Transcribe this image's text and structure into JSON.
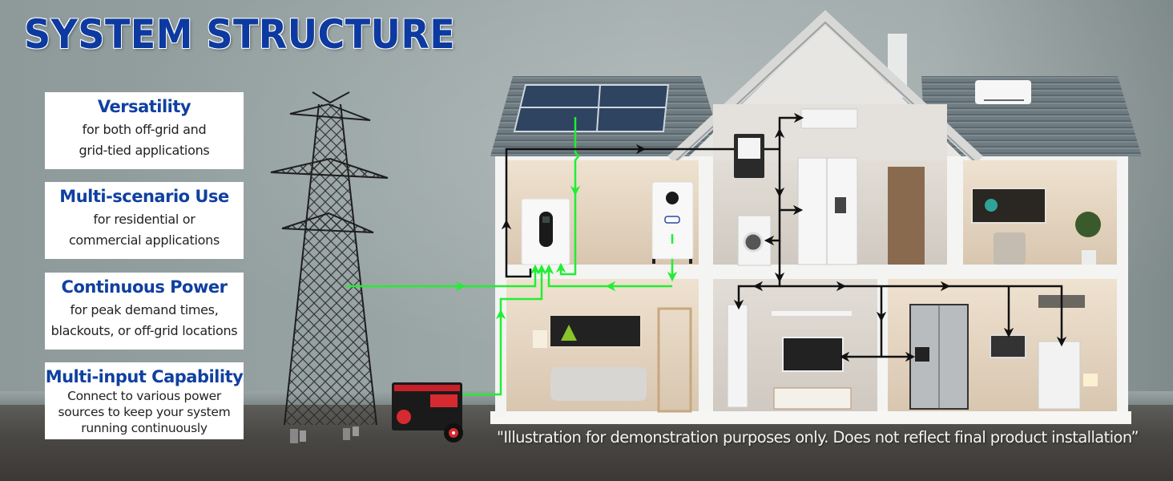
{
  "header": {
    "title": "SYSTEM STRUCTURE"
  },
  "features": [
    {
      "title": "Versatility",
      "lines": [
        "for both off-grid and",
        "grid-tied applications"
      ]
    },
    {
      "title": "Multi-scenario Use",
      "lines": [
        "for residential or",
        "commercial applications"
      ]
    },
    {
      "title": "Continuous Power",
      "lines": [
        "for peak demand times,",
        "blackouts, or off-grid locations"
      ]
    },
    {
      "title": "Multi-input Capability",
      "lines": [
        "Connect to various power",
        "sources to keep your system",
        "running continuously"
      ]
    }
  ],
  "disclaimer": "\"Illustration for demonstration purposes only. Does not reflect final product installation”",
  "diagram": {
    "sources": [
      "power-grid-tower",
      "solar-panels",
      "generator"
    ],
    "storage": [
      "hybrid-inverter",
      "battery-pack"
    ],
    "distribution": [
      "electric-meter"
    ],
    "loads": [
      "air-conditioner-indoor",
      "refrigerator",
      "washing-machine",
      "wall-display",
      "air-purifier-tower",
      "television",
      "side-by-side-refrigerator",
      "smart-panel",
      "printer-appliance",
      "outdoor-ac-unit"
    ],
    "colors": {
      "title_blue": "#0d3aa0",
      "feature_title_blue": "#1040a0",
      "dc_flow_green": "#22ee33",
      "ac_flow_black": "#111111",
      "card_bg": "#ffffff",
      "wall_gray": "#9aa5a5",
      "floor_dark": "#4a4845"
    }
  }
}
